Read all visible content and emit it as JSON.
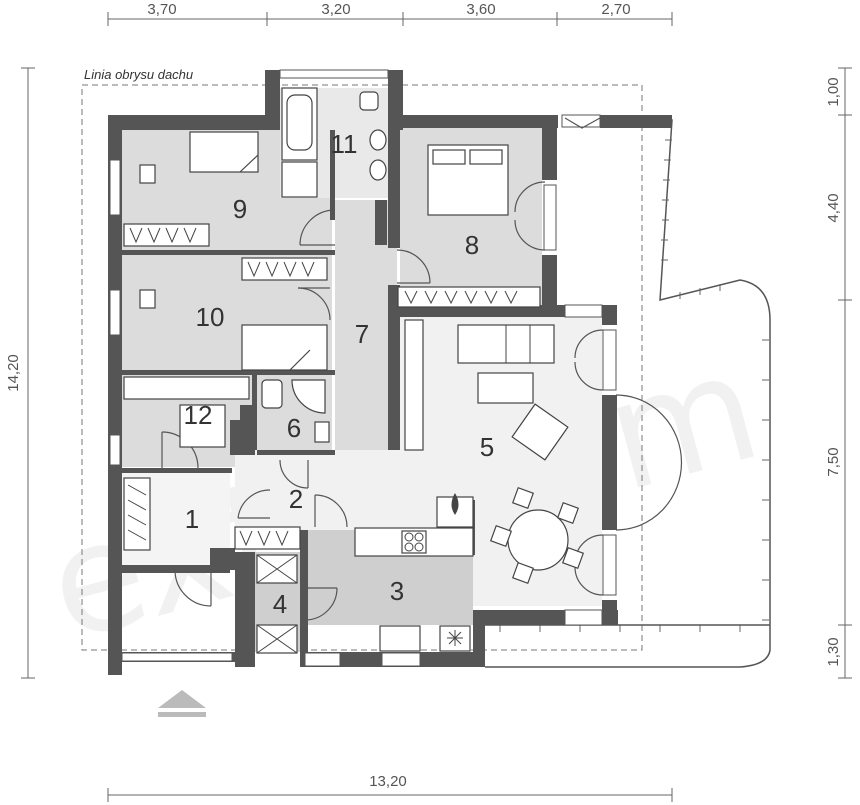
{
  "plan": {
    "roof_outline_label": "Linia obrysu dachu",
    "watermark": "extradom",
    "top_dimensions": [
      "3,70",
      "3,20",
      "3,60",
      "2,70"
    ],
    "bottom_dimension": "13,20",
    "left_dimension": "14,20",
    "right_dimensions": [
      "1,00",
      "4,40",
      "7,50",
      "1,30"
    ],
    "rooms": [
      "1",
      "2",
      "3",
      "4",
      "5",
      "6",
      "7",
      "8",
      "9",
      "10",
      "11",
      "12"
    ],
    "colors": {
      "wall": "#555555",
      "room_fill": "#dcdcdc",
      "living_fill": "#f1f1f1",
      "line": "#444444"
    }
  }
}
